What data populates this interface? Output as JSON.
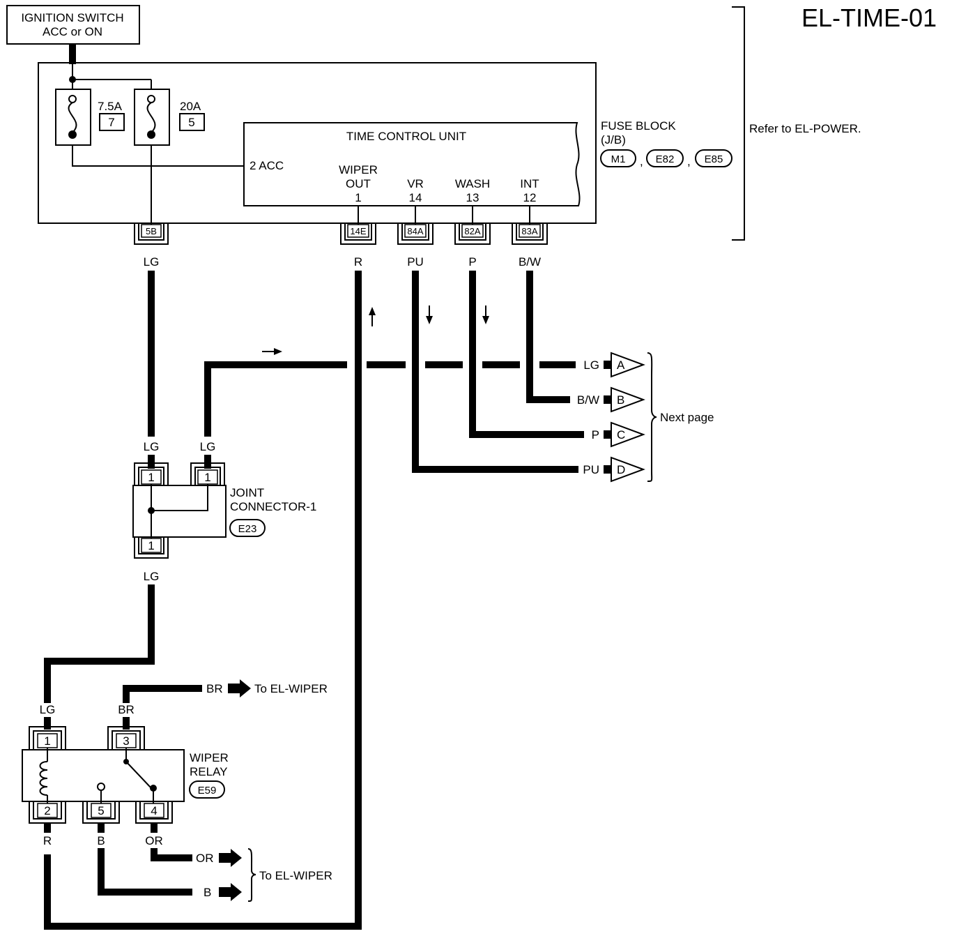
{
  "page_code": "EL-TIME-01",
  "ignition": {
    "line1": "IGNITION SWITCH",
    "line2": "ACC or ON"
  },
  "fuses": [
    {
      "amp": "7.5A",
      "num": "7"
    },
    {
      "amp": "20A",
      "num": "5"
    }
  ],
  "tcu": {
    "title": "TIME CONTROL UNIT",
    "acc_terminal": "2 ACC",
    "terminals": [
      {
        "name1": "WIPER",
        "name2": "OUT",
        "pin": "1"
      },
      {
        "name1": "",
        "name2": "VR",
        "pin": "14"
      },
      {
        "name1": "",
        "name2": "WASH",
        "pin": "13"
      },
      {
        "name1": "",
        "name2": "INT",
        "pin": "12"
      }
    ]
  },
  "fuse_block": {
    "line1": "FUSE BLOCK",
    "line2": "(J/B)",
    "connectors": [
      "M1",
      "E82",
      "E85"
    ],
    "sep": ","
  },
  "refer": "Refer to EL-POWER.",
  "jb_connectors": [
    {
      "id": "5B",
      "wire": "LG"
    },
    {
      "id": "14E",
      "wire": "R"
    },
    {
      "id": "84A",
      "wire": "PU"
    },
    {
      "id": "82A",
      "wire": "P"
    },
    {
      "id": "83A",
      "wire": "B/W"
    }
  ],
  "next_page": {
    "rows": [
      {
        "wire": "LG",
        "letter": "A"
      },
      {
        "wire": "B/W",
        "letter": "B"
      },
      {
        "wire": "P",
        "letter": "C"
      },
      {
        "wire": "PU",
        "letter": "D"
      }
    ],
    "label": "Next page"
  },
  "joint": {
    "line1": "JOINT",
    "line2": "CONNECTOR-1",
    "code": "E23",
    "top_pins": [
      {
        "pin": "1",
        "wire": "LG"
      },
      {
        "pin": "1",
        "wire": "LG"
      }
    ],
    "bottom_pin": {
      "pin": "1",
      "wire": "LG"
    }
  },
  "relay": {
    "line1": "WIPER",
    "line2": "RELAY",
    "code": "E59",
    "top_pins": [
      {
        "pin": "1",
        "wire": "LG"
      },
      {
        "pin": "3",
        "wire": "BR"
      }
    ],
    "bottom_pins": [
      {
        "pin": "2",
        "wire": "R"
      },
      {
        "pin": "5",
        "wire": "B"
      },
      {
        "pin": "4",
        "wire": "OR"
      }
    ]
  },
  "to_wiper_top": {
    "wire": "BR",
    "label": "To EL-WIPER"
  },
  "to_wiper_bottom": {
    "wires": [
      "OR",
      "B"
    ],
    "label": "To EL-WIPER"
  }
}
